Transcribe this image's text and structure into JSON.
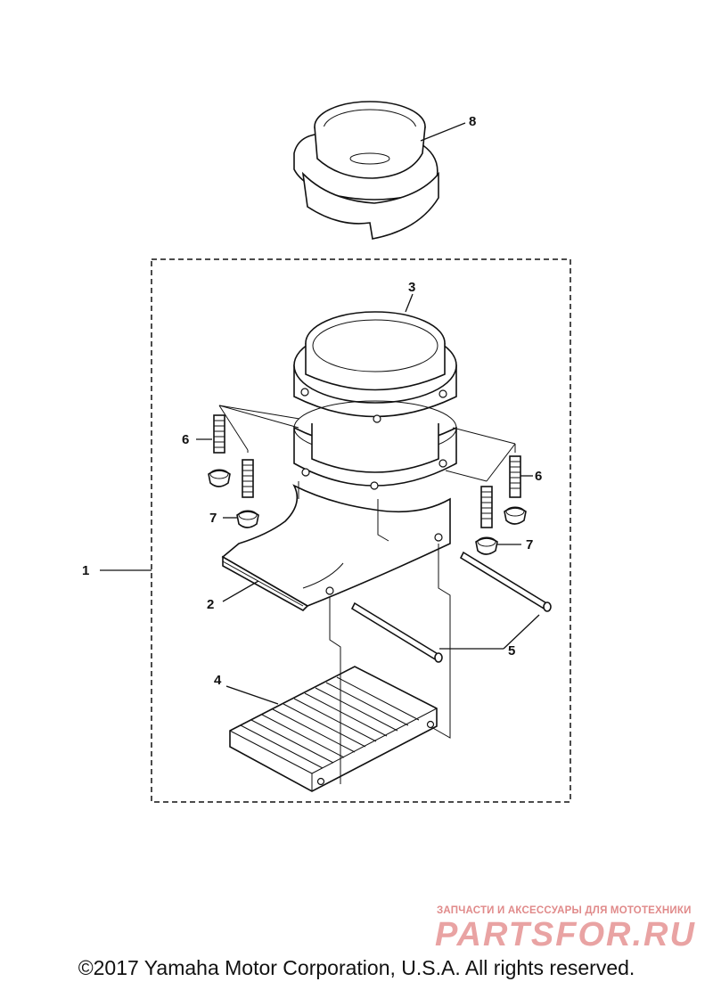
{
  "callouts": {
    "c1": "1",
    "c2": "2",
    "c3": "3",
    "c4": "4",
    "c5": "5",
    "c6a": "6",
    "c6b": "6",
    "c7a": "7",
    "c7b": "7",
    "c8": "8"
  },
  "watermark": {
    "tagline": "ЗАПЧАСТИ И АКСЕССУАРЫ ДЛЯ МОТОТЕХНИКИ",
    "logo": "PARTSFOR.RU"
  },
  "footer": {
    "copyright": "©2017 Yamaha Motor Corporation, U.S.A. All rights reserved."
  },
  "colors": {
    "line": "#111111",
    "watermark": "#e9a3a3"
  }
}
